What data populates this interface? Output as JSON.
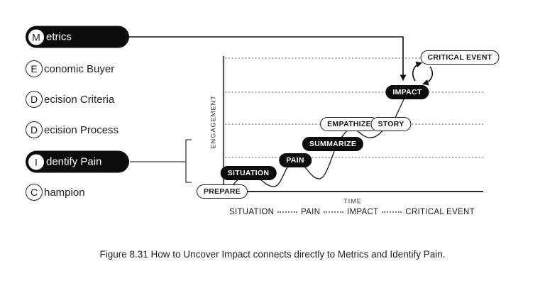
{
  "meddic": {
    "items": [
      {
        "letter": "M",
        "rest": "etrics"
      },
      {
        "letter": "E",
        "rest": "conomic Buyer"
      },
      {
        "letter": "D",
        "rest": "ecision Criteria"
      },
      {
        "letter": "D",
        "rest": "ecision Process"
      },
      {
        "letter": "I",
        "rest": "dentify Pain"
      },
      {
        "letter": "C",
        "rest": "hampion"
      }
    ]
  },
  "chart": {
    "engagement_axis_label": "ENGAGEMENT",
    "time_axis_label": "TIME",
    "stages": [
      {
        "label": "PREPARE",
        "style": "outline"
      },
      {
        "label": "SITUATION",
        "style": "filled"
      },
      {
        "label": "PAIN",
        "style": "filled"
      },
      {
        "label": "SUMMARIZE",
        "style": "filled"
      },
      {
        "label": "EMPATHIZE",
        "style": "outline"
      },
      {
        "label": "STORY",
        "style": "outline"
      },
      {
        "label": "IMPACT",
        "style": "filled"
      },
      {
        "label": "CRITICAL EVENT",
        "style": "outline"
      }
    ],
    "timeline_labels": [
      "SITUATION",
      "PAIN",
      "IMPACT",
      "CRITICAL EVENT"
    ]
  },
  "caption": "Figure 8.31 How to Uncover Impact connects directly to Metrics and Identify Pain.",
  "colors": {
    "ink": "#111111",
    "axis": "#5a5a5a",
    "dots": "#7a7a7a"
  }
}
